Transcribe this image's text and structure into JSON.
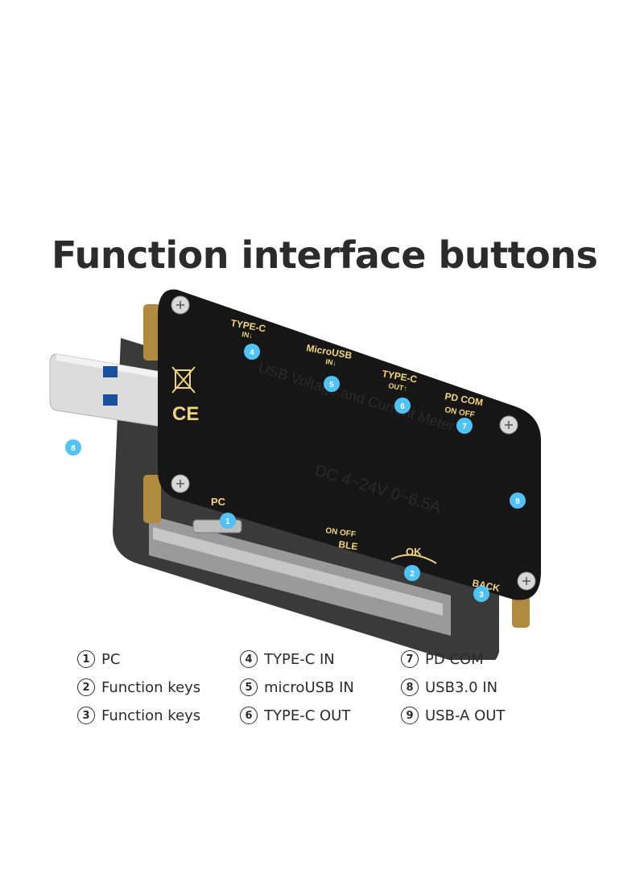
{
  "title": "Function interface buttons",
  "device": {
    "labels": {
      "type_c_in": "TYPE-C",
      "type_c_in_sub": "IN↓",
      "microusb_in": "MicroUSB",
      "microusb_in_sub": "IN↓",
      "type_c_out": "TYPE-C",
      "type_c_out_sub": "OUT↑",
      "pd_com": "PD COM",
      "pd_com_switch": "ON  OFF",
      "pc": "PC",
      "ble_switch": "ON  OFF",
      "ble": "BLE",
      "ok": "OK",
      "back": "BACK",
      "ce": "CE",
      "embossed_line1": "USB Voltage and Current Meter",
      "embossed_line2": "DC 4~24V 0~6.5A"
    },
    "markers": [
      "1",
      "2",
      "3",
      "4",
      "5",
      "6",
      "7",
      "8",
      "9"
    ],
    "colors": {
      "marker": "#4fc3f7",
      "pcb": "#161616",
      "silk": "#f1d37a"
    }
  },
  "legend": [
    {
      "num": "1",
      "label": "PC"
    },
    {
      "num": "2",
      "label": "Function keys"
    },
    {
      "num": "3",
      "label": "Function keys"
    },
    {
      "num": "4",
      "label": "TYPE-C  IN"
    },
    {
      "num": "5",
      "label": "microUSB  IN"
    },
    {
      "num": "6",
      "label": "TYPE-C  OUT"
    },
    {
      "num": "7",
      "label": "PD  COM"
    },
    {
      "num": "8",
      "label": "USB3.0  IN"
    },
    {
      "num": "9",
      "label": "USB-A  OUT"
    }
  ]
}
